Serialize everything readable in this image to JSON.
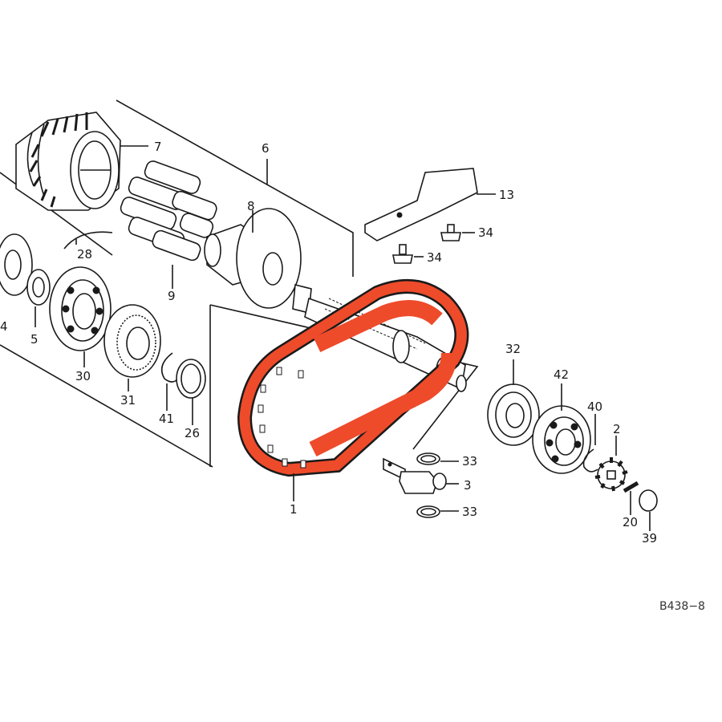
{
  "diagram": {
    "code": "B438−8",
    "accent_color": "#ee4b2b",
    "callouts": [
      {
        "id": "p7",
        "text": "7"
      },
      {
        "id": "p6",
        "text": "6"
      },
      {
        "id": "p13",
        "text": "13"
      },
      {
        "id": "p8",
        "text": "8"
      },
      {
        "id": "p34a",
        "text": "34"
      },
      {
        "id": "p34b",
        "text": "34"
      },
      {
        "id": "p28",
        "text": "28"
      },
      {
        "id": "p9",
        "text": "9"
      },
      {
        "id": "p4",
        "text": "4"
      },
      {
        "id": "p5",
        "text": "5"
      },
      {
        "id": "p30",
        "text": "30"
      },
      {
        "id": "p31",
        "text": "31"
      },
      {
        "id": "p41",
        "text": "41"
      },
      {
        "id": "p26",
        "text": "26"
      },
      {
        "id": "p32",
        "text": "32"
      },
      {
        "id": "p42",
        "text": "42"
      },
      {
        "id": "p40",
        "text": "40"
      },
      {
        "id": "p2",
        "text": "2"
      },
      {
        "id": "p33a",
        "text": "33"
      },
      {
        "id": "p3",
        "text": "3"
      },
      {
        "id": "p33b",
        "text": "33"
      },
      {
        "id": "p1",
        "text": "1"
      },
      {
        "id": "p20",
        "text": "20"
      },
      {
        "id": "p39",
        "text": "39"
      }
    ]
  }
}
